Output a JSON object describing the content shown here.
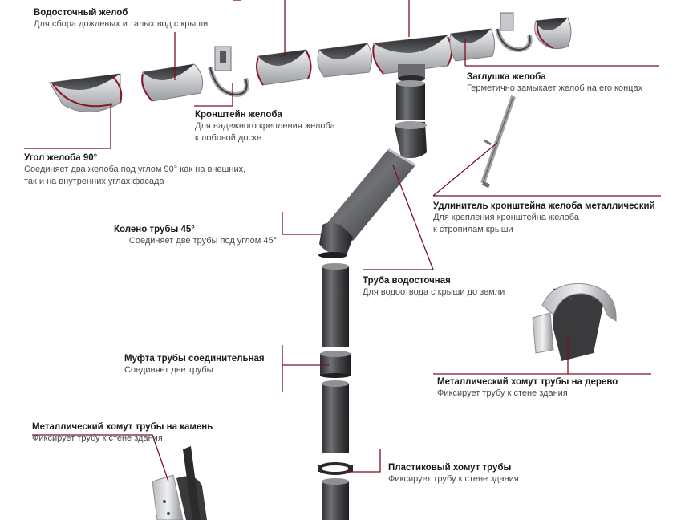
{
  "colors": {
    "leader": "#7a1220",
    "metal_dark": "#3a3a3c",
    "metal_mid": "#8e9094",
    "metal_light": "#e6e7e9",
    "accent_rim": "#8a1826"
  },
  "labels": {
    "gutter": {
      "title": "Водосточный желоб",
      "desc1": "Для сбора дождевых и талых вод с крыши"
    },
    "end_cap": {
      "title": "Заглушка желоба",
      "desc1": "Герметично замыкает желоб на его концах"
    },
    "bracket": {
      "title": "Кронштейн желоба",
      "desc1": "Для надежного крепления желоба",
      "desc2": "к лобовой доске"
    },
    "corner": {
      "title": "Угол желоба 90°",
      "desc1": "Соединяет два желоба под углом 90° как на внешних,",
      "desc2": "так и на внутренних углах фасада"
    },
    "extender": {
      "title": "Удлинитель кронштейна желоба металлический",
      "desc1": "Для крепления кронштейна желоба",
      "desc2": "к стропилам крыши"
    },
    "elbow": {
      "title": "Колено трубы 45°",
      "desc1": "Соединяет две трубы под углом 45°"
    },
    "pipe": {
      "title": "Труба водосточная",
      "desc1": "Для водоотвода с крыши до земли"
    },
    "coupling": {
      "title": "Муфта трубы соединительная",
      "desc1": "Соединяет две трубы"
    },
    "wood_clamp": {
      "title": "Металлический хомут трубы на дерево",
      "desc1": "Фиксирует трубу к стене здания"
    },
    "stone_clamp": {
      "title": "Металлический хомут трубы на камень",
      "desc1": "Фиксирует трубу к стене здания"
    },
    "plastic_clamp": {
      "title": "Пластиковый хомут трубы",
      "desc1": "Фиксирует трубу к стене здания"
    }
  }
}
